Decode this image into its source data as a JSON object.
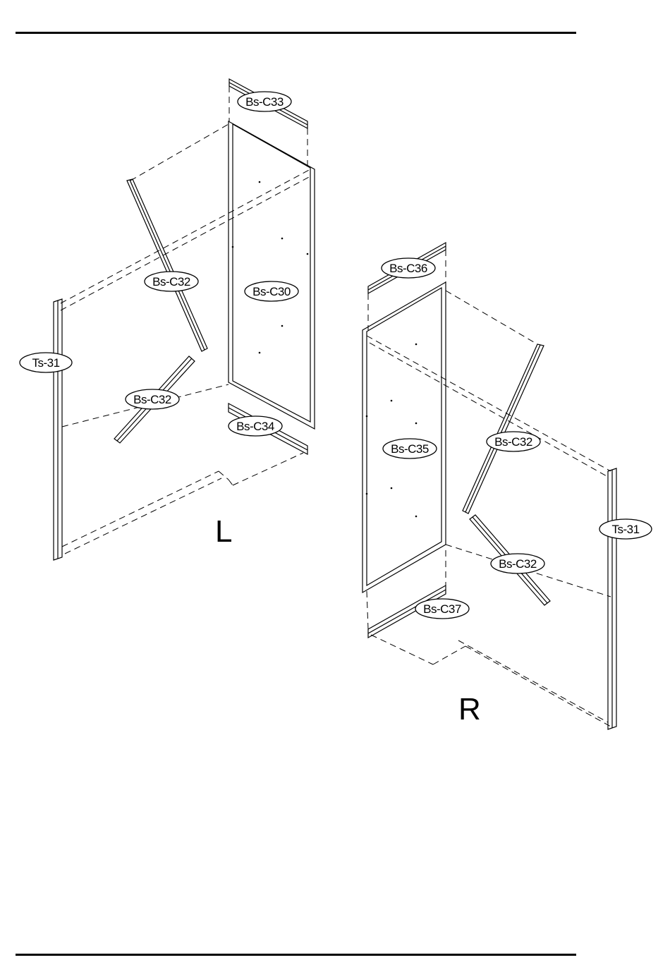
{
  "page": {
    "title": "",
    "side_labels": {
      "left": "L",
      "right": "R"
    }
  },
  "parts": {
    "left": {
      "top_rail": "Bs-C33",
      "panel": "Bs-C30",
      "brace_upper": "Bs-C32",
      "brace_lower": "Bs-C32",
      "post": "Ts-31",
      "bottom_rail": "Bs-C34"
    },
    "right": {
      "top_rail": "Bs-C36",
      "panel": "Bs-C35",
      "brace_upper": "Bs-C32",
      "brace_lower": "Bs-C32",
      "post": "Ts-31",
      "bottom_rail": "Bs-C37"
    }
  }
}
